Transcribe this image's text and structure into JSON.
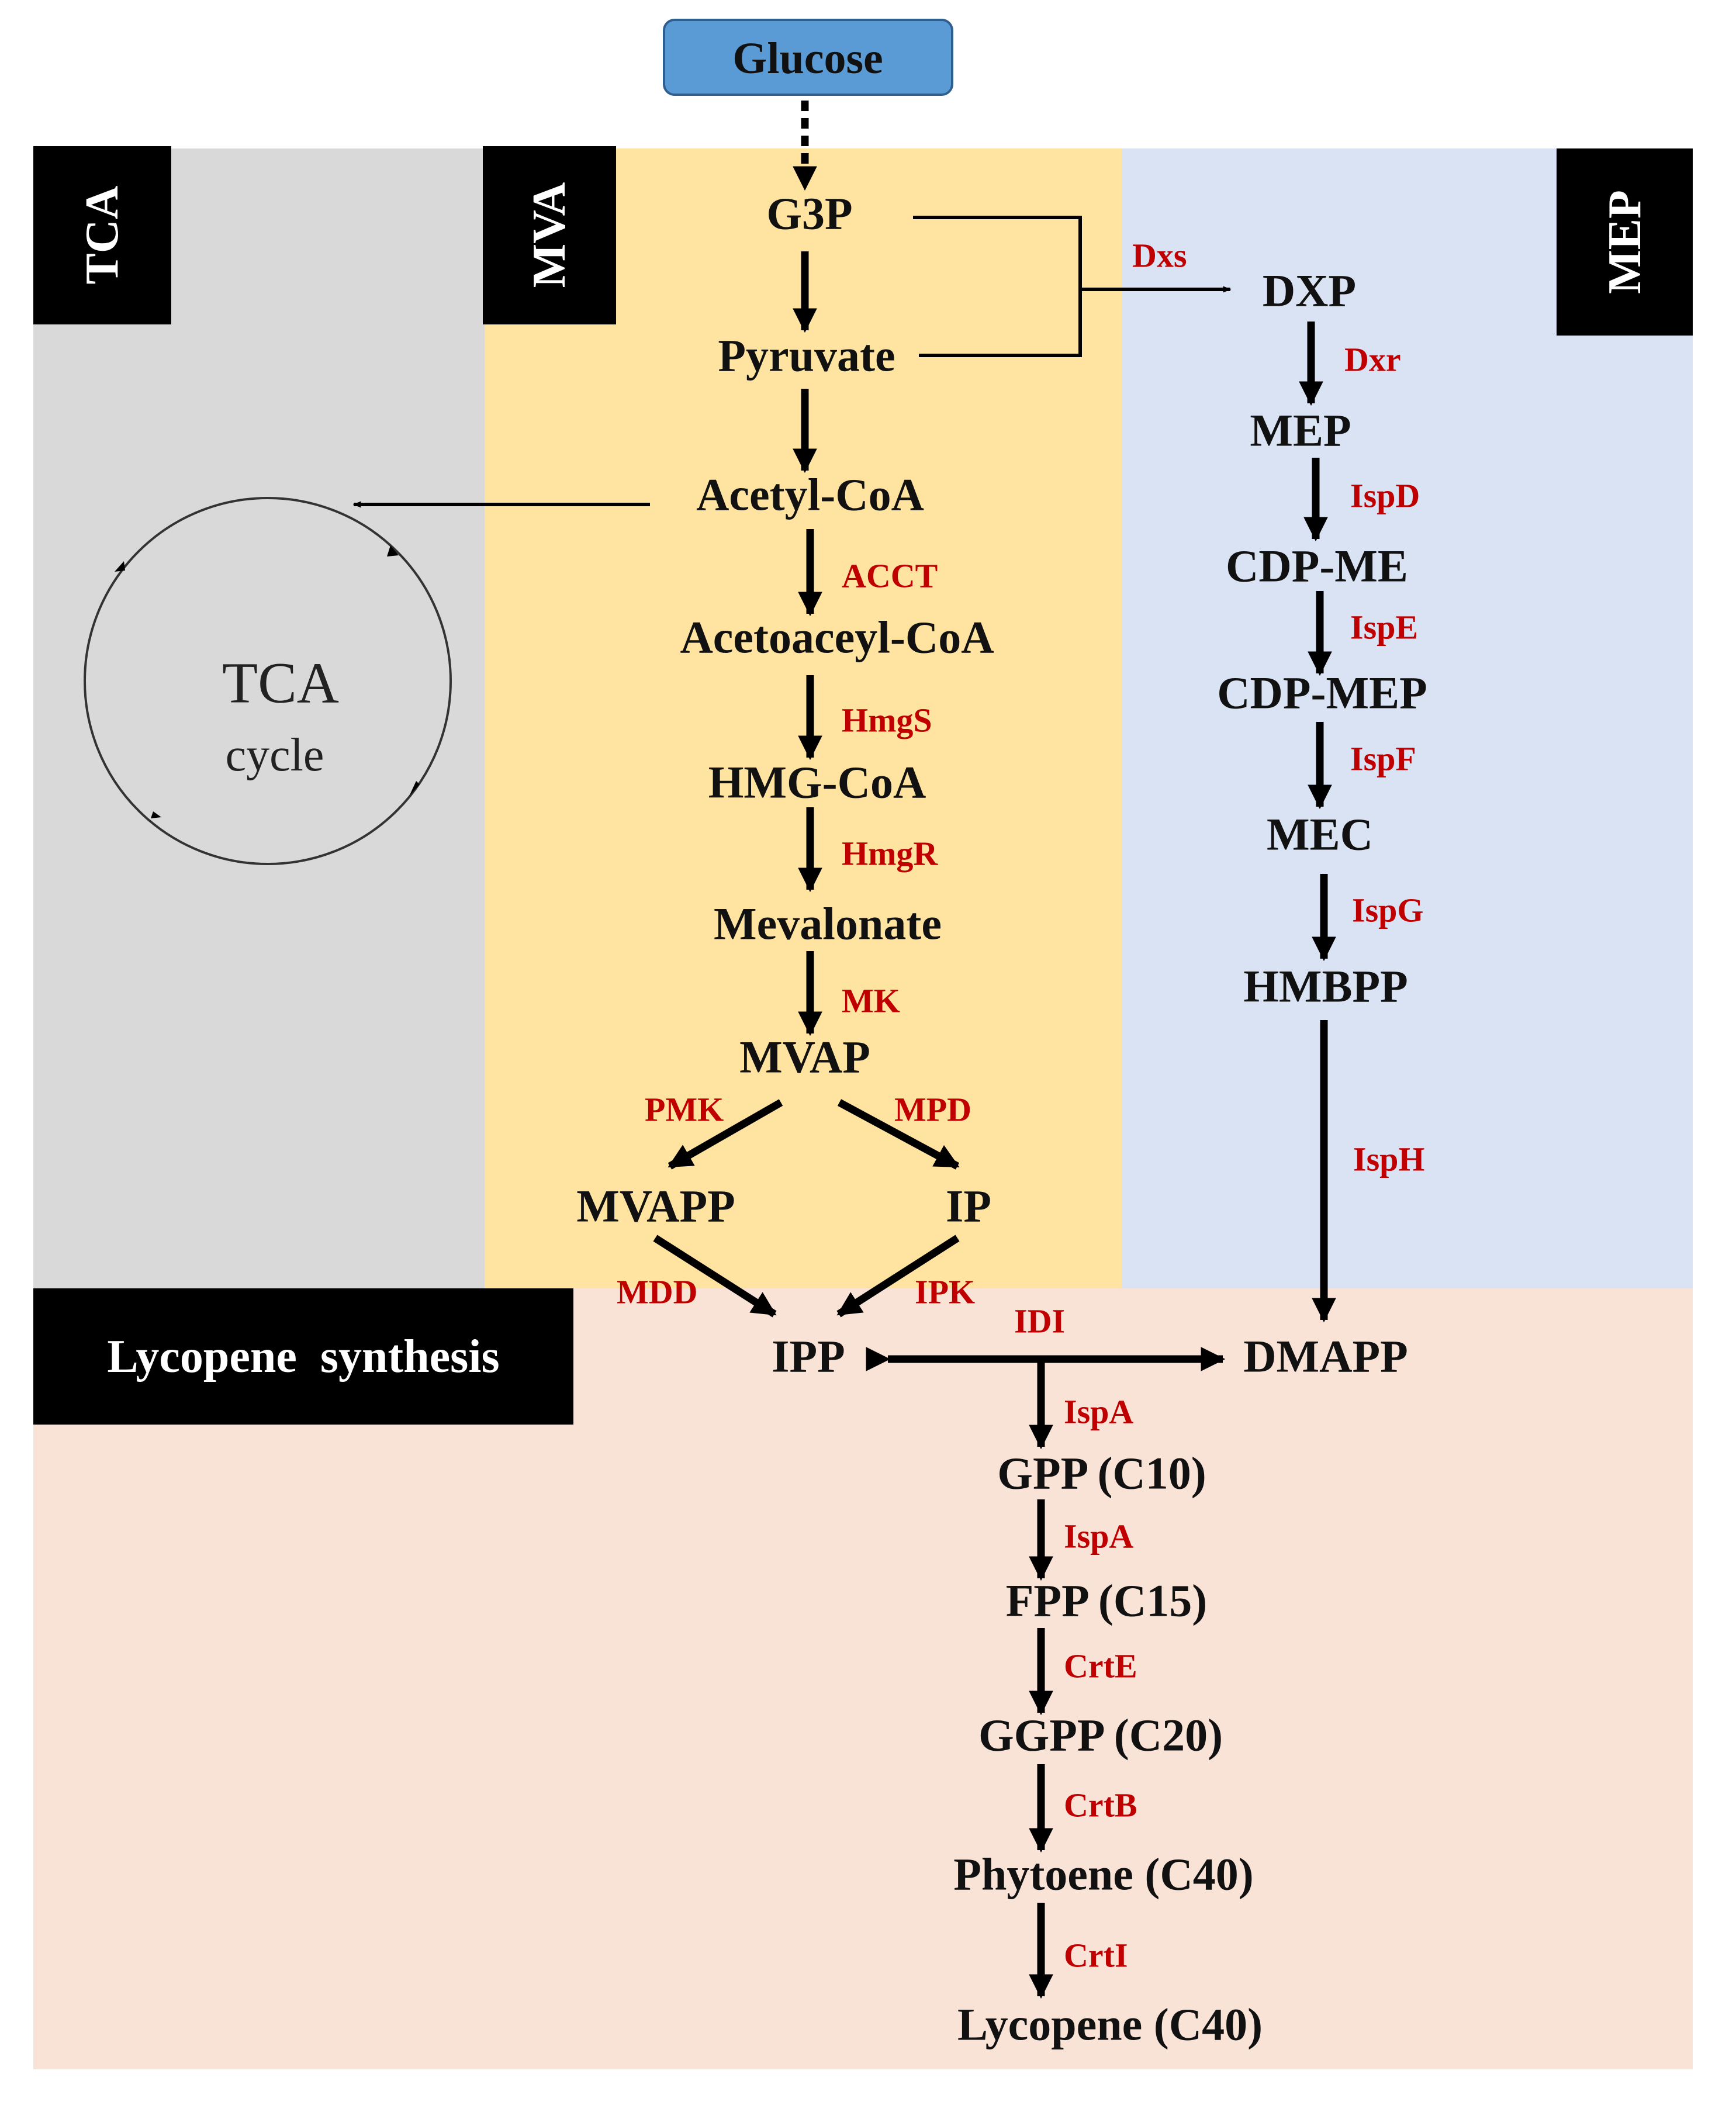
{
  "colors": {
    "tca_region": "#d9d9d9",
    "mva_region": "#ffe3a0",
    "mep_region": "#dae3f3",
    "lycopene_region": "#f9e2d6",
    "label_box": "#000000",
    "glucose_box": "#5b9bd5",
    "enzyme_text": "#c00000"
  },
  "regions": {
    "tca": "TCA",
    "mva": "MVA",
    "mep": "MEP",
    "lycopene": "Lycopene  synthesis"
  },
  "start": "Glucose",
  "tca_cycle": {
    "line1": "TCA",
    "line2": "cycle"
  },
  "metabolites": {
    "g3p": "G3P",
    "pyruvate": "Pyruvate",
    "acetyl_coa": "Acetyl-CoA",
    "acetoacetyl_coa": "Acetoaceyl-CoA",
    "hmg_coa": "HMG-CoA",
    "mevalonate": "Mevalonate",
    "mvap": "MVAP",
    "mvapp": "MVAPP",
    "ip": "IP",
    "ipp": "IPP",
    "dmapp": "DMAPP",
    "dxp": "DXP",
    "mep": "MEP",
    "cdp_me": "CDP-ME",
    "cdp_mep": "CDP-MEP",
    "mec": "MEC",
    "hmbpp": "HMBPP",
    "gpp": "GPP (C10)",
    "fpp": "FPP (C15)",
    "ggpp": "GGPP (C20)",
    "phytoene": "Phytoene (C40)",
    "lycopene": "Lycopene (C40)"
  },
  "enzymes": {
    "dxs": "Dxs",
    "dxr": "Dxr",
    "ispd": "IspD",
    "ispe": "IspE",
    "ispf": "IspF",
    "ispg": "IspG",
    "isph": "IspH",
    "acct": "ACCT",
    "hmgs": "HmgS",
    "hmgr": "HmgR",
    "mk": "MK",
    "pmk": "PMK",
    "mpd": "MPD",
    "mdd": "MDD",
    "ipk": "IPK",
    "idi": "IDI",
    "ispa_1": "IspA",
    "ispa_2": "IspA",
    "crte": "CrtE",
    "crtb": "CrtB",
    "crti": "CrtI"
  }
}
